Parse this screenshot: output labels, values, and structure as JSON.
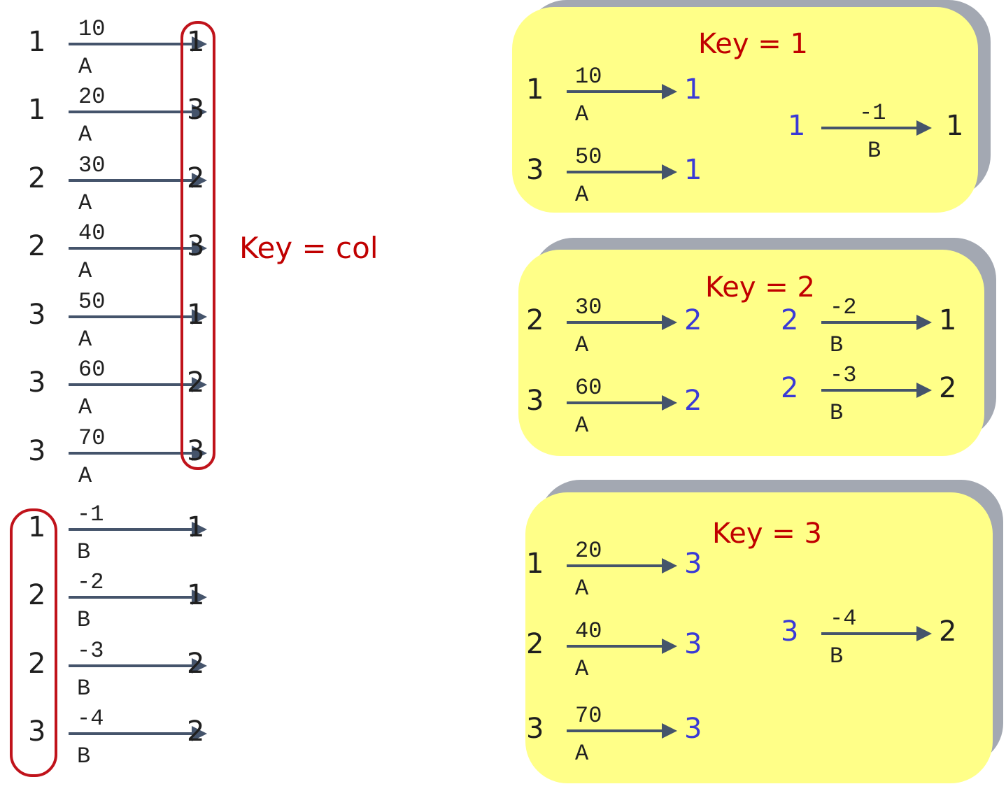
{
  "arrow_color": "#45546b",
  "outline_color": "#c0131b",
  "key_label_color": "#c00000",
  "reduced_value_color": "#3a3ad6",
  "box_fill": "#ffff88",
  "box_shadow": "#a3a8b2",
  "left_a_entries": [
    {
      "src": "1",
      "val": "10",
      "lbl": "A",
      "dst": "1"
    },
    {
      "src": "1",
      "val": "20",
      "lbl": "A",
      "dst": "3"
    },
    {
      "src": "2",
      "val": "30",
      "lbl": "A",
      "dst": "2"
    },
    {
      "src": "2",
      "val": "40",
      "lbl": "A",
      "dst": "3"
    },
    {
      "src": "3",
      "val": "50",
      "lbl": "A",
      "dst": "1"
    },
    {
      "src": "3",
      "val": "60",
      "lbl": "A",
      "dst": "2"
    },
    {
      "src": "3",
      "val": "70",
      "lbl": "A",
      "dst": "3"
    }
  ],
  "left_b_entries": [
    {
      "src": "1",
      "val": "-1",
      "lbl": "B",
      "dst": "1"
    },
    {
      "src": "2",
      "val": "-2",
      "lbl": "B",
      "dst": "1"
    },
    {
      "src": "2",
      "val": "-3",
      "lbl": "B",
      "dst": "2"
    },
    {
      "src": "3",
      "val": "-4",
      "lbl": "B",
      "dst": "2"
    }
  ],
  "key_col_label": "Key = col",
  "groups": [
    {
      "title": "Key = 1",
      "a_entries": [
        {
          "src": "1",
          "val": "10",
          "lbl": "A",
          "dst": "1"
        },
        {
          "src": "3",
          "val": "50",
          "lbl": "A",
          "dst": "1"
        }
      ],
      "b_entries": [
        {
          "src": "1",
          "val": "-1",
          "lbl": "B",
          "dst": "1"
        }
      ]
    },
    {
      "title": "Key = 2",
      "a_entries": [
        {
          "src": "2",
          "val": "30",
          "lbl": "A",
          "dst": "2"
        },
        {
          "src": "3",
          "val": "60",
          "lbl": "A",
          "dst": "2"
        }
      ],
      "b_entries": [
        {
          "src": "2",
          "val": "-2",
          "lbl": "B",
          "dst": "1"
        },
        {
          "src": "2",
          "val": "-3",
          "lbl": "B",
          "dst": "2"
        }
      ]
    },
    {
      "title": "Key = 3",
      "a_entries": [
        {
          "src": "1",
          "val": "20",
          "lbl": "A",
          "dst": "3"
        },
        {
          "src": "2",
          "val": "40",
          "lbl": "A",
          "dst": "3"
        },
        {
          "src": "3",
          "val": "70",
          "lbl": "A",
          "dst": "3"
        }
      ],
      "b_entries": [
        {
          "src": "3",
          "val": "-4",
          "lbl": "B",
          "dst": "2"
        }
      ]
    }
  ]
}
